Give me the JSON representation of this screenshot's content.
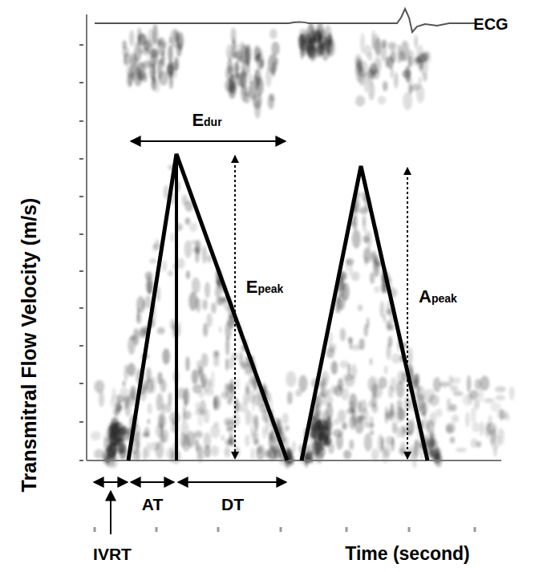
{
  "diagram": {
    "labels": [
      "ECG",
      "Edur",
      "Epeak",
      "Apeak",
      "Transmitral Flow Velocity (m/s)",
      "IVRT",
      "AT",
      "DT",
      "Time (second)"
    ]
  }
}
